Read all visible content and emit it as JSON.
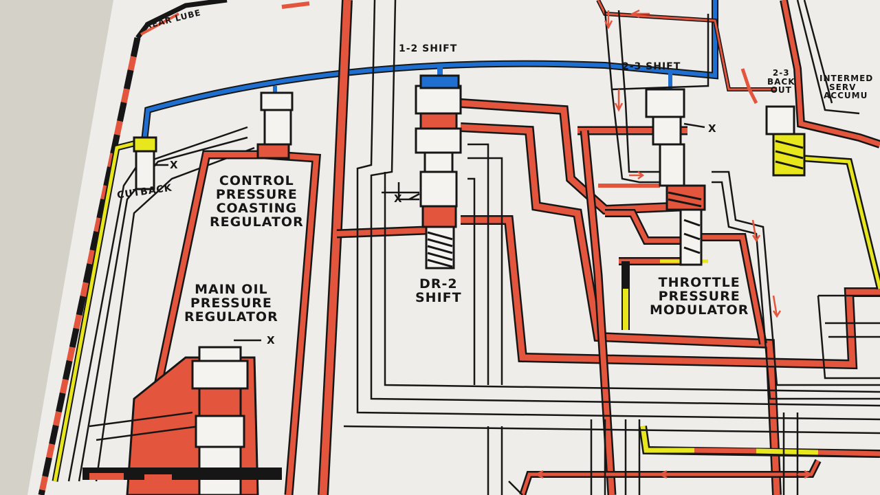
{
  "labels": {
    "rear_lube": "REAR LUBE",
    "shift_1_2": "1-2 SHIFT",
    "shift_2_3": "2-3 SHIFT",
    "back_out_2_3": [
      "2-3",
      "BACK",
      "OUT"
    ],
    "intermediate_servo": [
      "INTERMED",
      "SERV",
      "ACCUMU"
    ],
    "cutback": "CUTBACK",
    "control_pressure": [
      "CONTROL",
      "PRESSURE",
      "COASTING",
      "REGULATOR"
    ],
    "main_oil": [
      "MAIN OIL",
      "PRESSURE",
      "REGULATOR"
    ],
    "dr2_shift": [
      "DR-2",
      "SHIFT"
    ],
    "throttle_modulator": [
      "THROTTLE",
      "PRESSURE",
      "MODULATOR"
    ],
    "x_mark": "X"
  },
  "colors": {
    "paper": "#eeede9",
    "red_oil": "#e4553e",
    "blue_oil": "#1f6fd1",
    "yellow_oil": "#e8e61c",
    "ink": "#161616",
    "valve_fill": "#f4f3ef"
  }
}
